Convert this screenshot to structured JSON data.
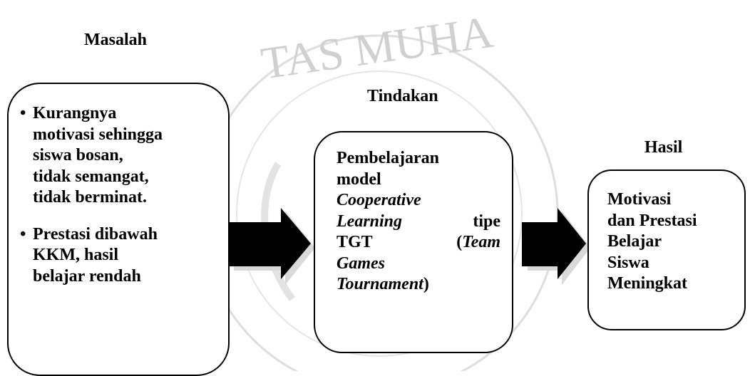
{
  "headings": {
    "problem": "Masalah",
    "action": "Tindakan",
    "result": "Hasil"
  },
  "problem_box": {
    "bullets": [
      [
        "Kurangnya",
        "motivasi sehingga",
        "siswa bosan,",
        "tidak semangat,",
        "tidak berminat."
      ],
      [
        "Prestasi dibawah",
        "KKM, hasil",
        "belajar rendah"
      ]
    ]
  },
  "action_box": {
    "line1": "Pembelajaran",
    "line2": "model",
    "line3": "Cooperative",
    "line4_italic": "Learning",
    "line4_right": "tipe",
    "line5_left": "TGT",
    "line5_right_paren": "(",
    "line5_right_italic": "Team",
    "line6": "Games",
    "line7_italic": "Tournament",
    "line7_close": ")"
  },
  "result_box": {
    "lines": [
      "Motivasi",
      "dan Prestasi",
      "Belajar",
      "Siswa",
      "Meningkat"
    ]
  },
  "watermark": {
    "visible_text": "TAS MUHA"
  },
  "colors": {
    "text": "#000000",
    "watermark": "#c8c8c8",
    "arrow_fill": "#000000",
    "arrow_shadow": "#d9d9d9"
  }
}
